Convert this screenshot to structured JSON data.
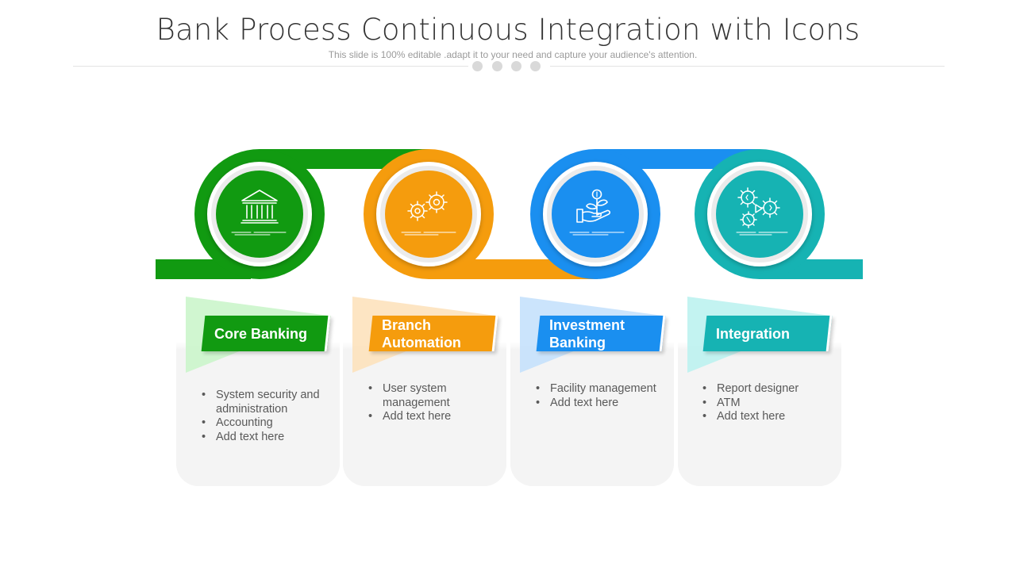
{
  "slide": {
    "title": "Bank Process Continuous Integration with Icons",
    "subtitle": "This slide is 100% editable .adapt it to your need and capture your audience's attention."
  },
  "colors": {
    "green": "#119a11",
    "orange": "#f59c0d",
    "blue": "#1a8ff0",
    "teal": "#16b3b3"
  },
  "stages": [
    {
      "label": "Core Banking",
      "icon": "bank-building-icon",
      "color": "#119a11",
      "bullets": [
        "System security and administration",
        "Accounting",
        "Add text here"
      ]
    },
    {
      "label": "Branch Automation",
      "icon": "gears-icon",
      "color": "#f59c0d",
      "bullets": [
        "User system management",
        "Add text here"
      ]
    },
    {
      "label": "Investment Banking",
      "icon": "money-plant-hand-icon",
      "color": "#1a8ff0",
      "bullets": [
        "Facility management",
        "Add text here"
      ]
    },
    {
      "label": "Integration",
      "icon": "integration-gears-icon",
      "color": "#16b3b3",
      "bullets": [
        "Report designer",
        "ATM",
        "Add text here"
      ]
    }
  ]
}
